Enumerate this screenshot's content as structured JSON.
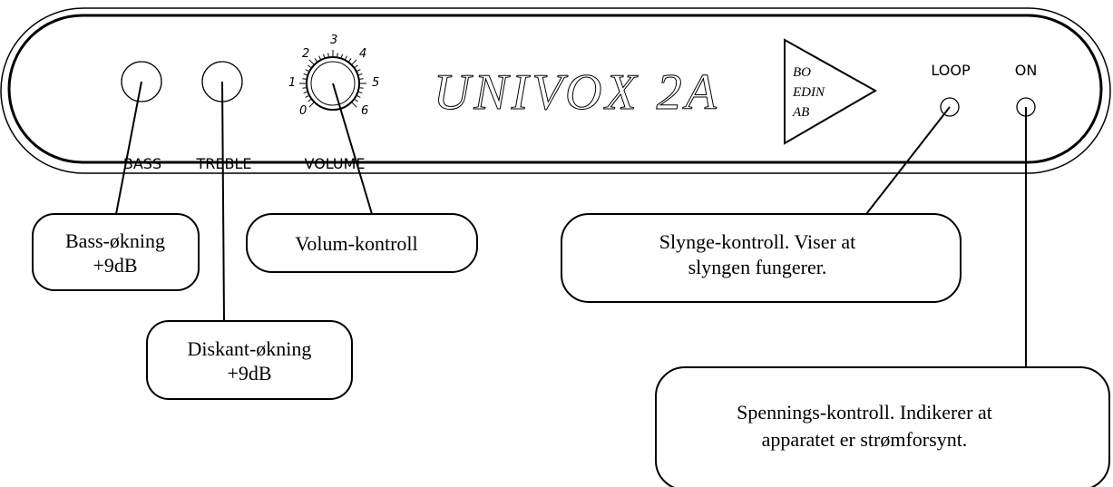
{
  "panel": {
    "brand": "UNIVOX 2A",
    "logo_lines": [
      "BO",
      "EDIN",
      "AB"
    ],
    "controls": {
      "bass_label": "BASS",
      "treble_label": "TREBLE",
      "volume_label": "VOLUME",
      "loop_label": "LOOP",
      "on_label": "ON"
    },
    "volume_scale": [
      "0",
      "1",
      "2",
      "3",
      "4",
      "5",
      "6"
    ]
  },
  "callouts": {
    "bass": [
      "Bass-økning",
      "+9dB"
    ],
    "treble": [
      "Diskant-økning",
      "+9dB"
    ],
    "volume": [
      "Volum-kontroll"
    ],
    "loop": [
      "Slynge-kontroll. Viser at",
      "slyngen fungerer."
    ],
    "power": [
      "Spennings-kontroll. Indikerer at",
      "apparatet er strømforsynt."
    ]
  }
}
